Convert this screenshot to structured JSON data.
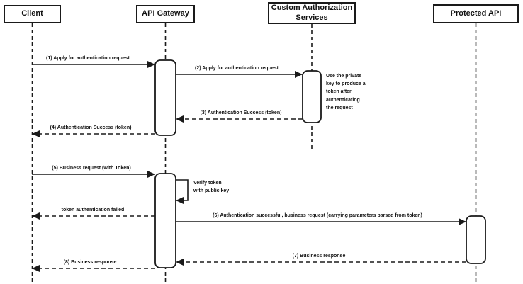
{
  "diagram": {
    "type": "sequence-diagram",
    "colors": {
      "background": "#ffffff",
      "line": "#1a1a1a",
      "box_fill": "#ffffff",
      "text": "#111111"
    },
    "actors": [
      {
        "id": "client",
        "label": "Client"
      },
      {
        "id": "api-gateway",
        "label": "API Gateway"
      },
      {
        "id": "custom-auth",
        "label": "Custom Authorization Services"
      },
      {
        "id": "protected-api",
        "label": "Protected API"
      }
    ],
    "messages": [
      {
        "label": "(1) Apply for authentication request",
        "from": "client",
        "to": "api-gateway",
        "style": "solid"
      },
      {
        "label": "(2) Apply for authentication request",
        "from": "api-gateway",
        "to": "custom-auth",
        "style": "solid"
      },
      {
        "label": "(3) Authentication Success (token)",
        "from": "custom-auth",
        "to": "api-gateway",
        "style": "dashed"
      },
      {
        "label": "(4) Authentication Success (token)",
        "from": "api-gateway",
        "to": "client",
        "style": "dashed"
      },
      {
        "label": "(5) Business request (with Token)",
        "from": "client",
        "to": "api-gateway",
        "style": "solid"
      },
      {
        "label": "Verify token\nwith public key",
        "from": "api-gateway",
        "to": "api-gateway",
        "style": "self"
      },
      {
        "label": "token authentication failed",
        "from": "api-gateway",
        "to": "client",
        "style": "dashed"
      },
      {
        "label": "(6) Authentication successful, business request (carrying parameters parsed from token)",
        "from": "api-gateway",
        "to": "protected-api",
        "style": "solid"
      },
      {
        "label": "(7) Business response",
        "from": "protected-api",
        "to": "api-gateway",
        "style": "dashed"
      },
      {
        "label": "(8) Business response",
        "from": "api-gateway",
        "to": "client",
        "style": "dashed"
      }
    ],
    "notes": [
      {
        "text": "Use the private\nkey to produce a\ntoken after\nauthenticating\nthe request",
        "attached_to": "custom-auth"
      }
    ]
  }
}
